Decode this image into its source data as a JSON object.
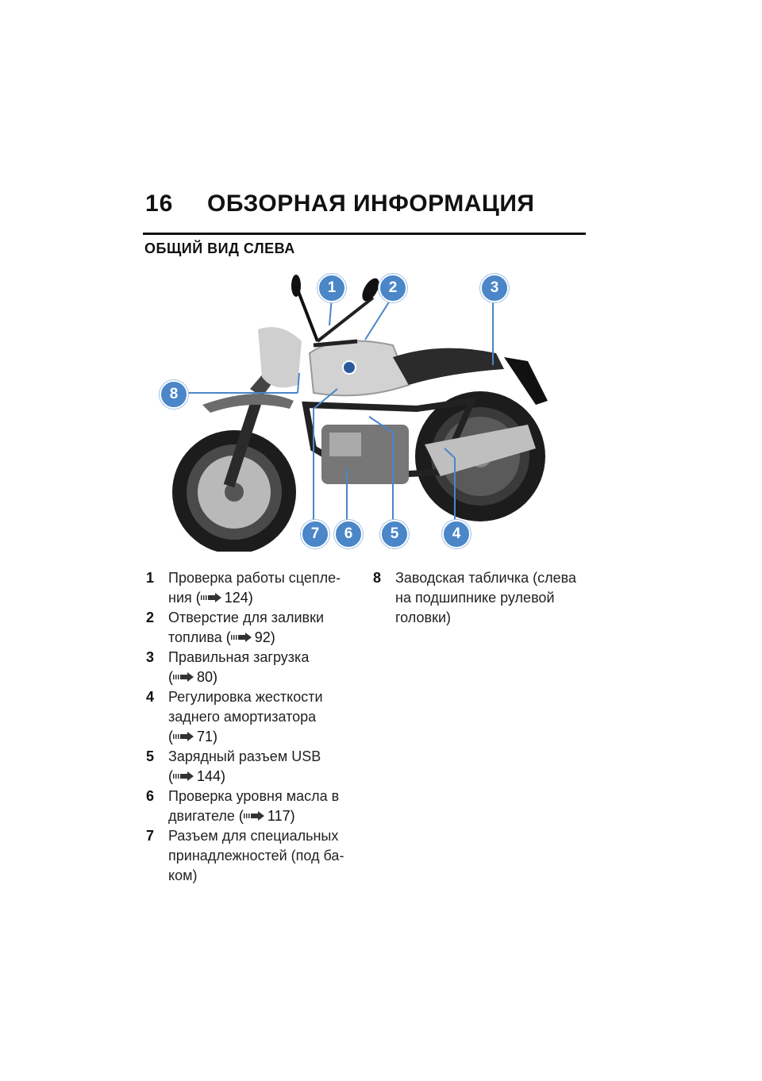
{
  "header": {
    "page_number": "16",
    "chapter_title": "ОБЗОРНАЯ ИНФОРМАЦИЯ"
  },
  "section_title": "ОБЩИЙ ВИД СЛЕВА",
  "figure": {
    "callouts": [
      "1",
      "2",
      "3",
      "4",
      "5",
      "6",
      "7",
      "8"
    ],
    "accent_color": "#4a86c8"
  },
  "items": [
    {
      "num": "1",
      "text": "Проверка работы сцепле-\nния",
      "open": "(",
      "ref": "124)"
    },
    {
      "num": "2",
      "text": "Отверстие для заливки\nтоплива",
      "open": "(",
      "ref": "92)"
    },
    {
      "num": "3",
      "text": "Правильная загрузка",
      "open": "(",
      "ref": "80)"
    },
    {
      "num": "4",
      "text": "Регулировка жесткости\nзаднего амортизатора",
      "open": "(",
      "ref": "71)"
    },
    {
      "num": "5",
      "text": "Зарядный разъем USB",
      "open": "(",
      "ref": "144)"
    },
    {
      "num": "6",
      "text": "Проверка уровня масла в\nдвигателе",
      "open": "(",
      "ref": "117)"
    },
    {
      "num": "7",
      "text": "Разъем для специальных\nпринадлежностей (под ба-\nком)"
    },
    {
      "num": "8",
      "text": "Заводская табличка (слева\nна подшипнике рулевой\nголовки)"
    }
  ]
}
